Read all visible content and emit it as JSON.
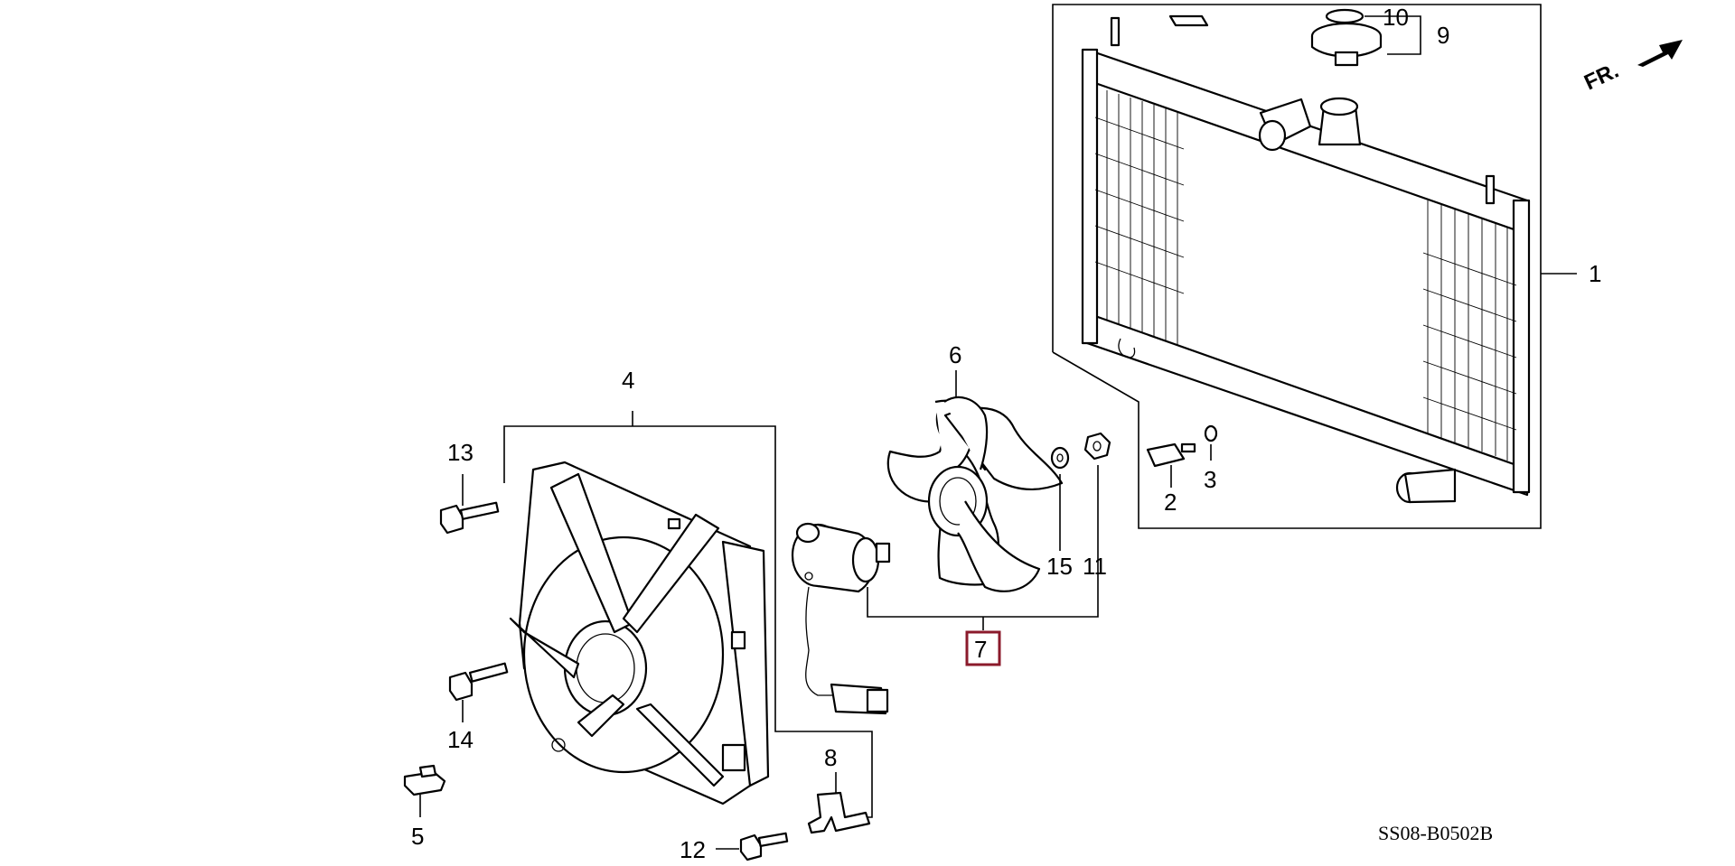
{
  "diagram": {
    "code": "SS08-B0502B",
    "direction_label": "FR.",
    "selected_part": "7",
    "parts": {
      "p1": "1",
      "p2": "2",
      "p3": "3",
      "p4": "4",
      "p5": "5",
      "p6": "6",
      "p7": "7",
      "p8": "8",
      "p9": "9",
      "p10": "10",
      "p11": "11",
      "p12": "12",
      "p13": "13",
      "p14": "14",
      "p15": "15"
    }
  }
}
